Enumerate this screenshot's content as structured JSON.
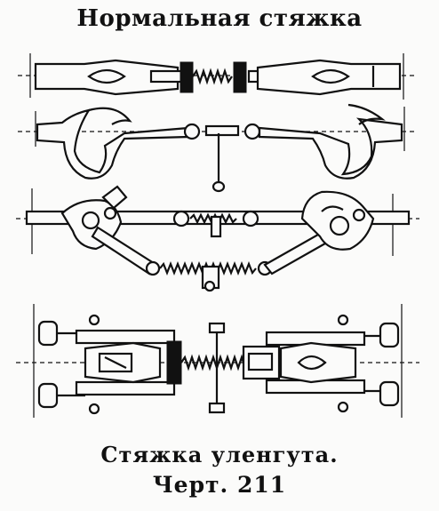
{
  "title": "Нормальная стяжка",
  "caption": "Стяжка уленгута.",
  "figure_label": "Черт. 211"
}
